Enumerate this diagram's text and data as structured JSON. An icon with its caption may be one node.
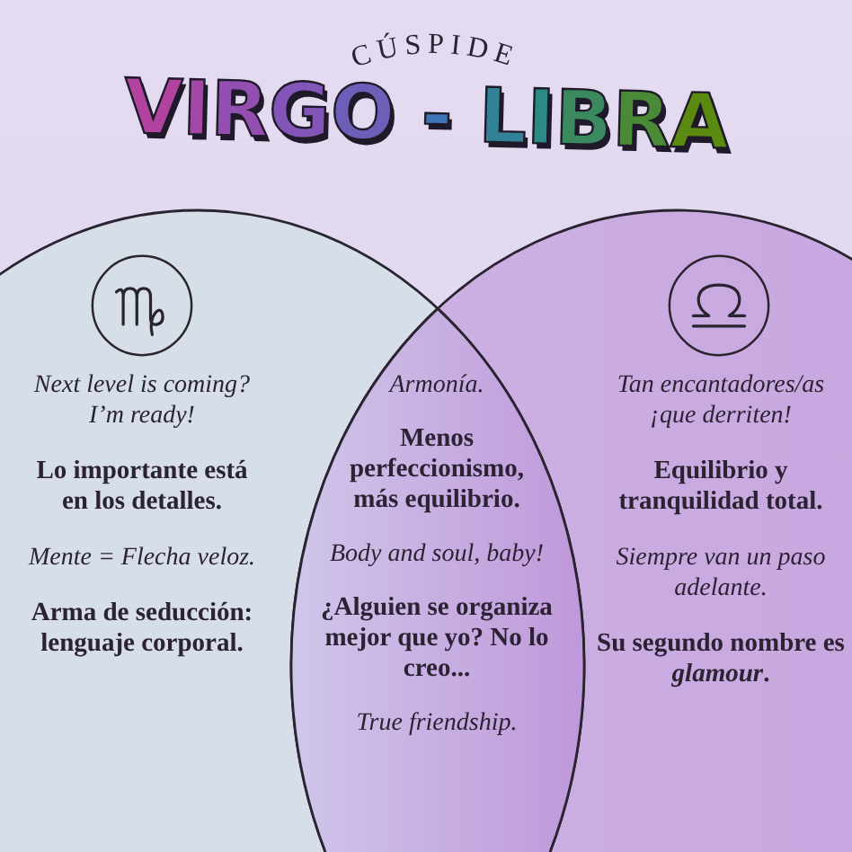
{
  "diagram": {
    "title": "VIRGO - LIBRA",
    "nodes": [
      {
        "text": [
          "Next level is coming? I’m ready!",
          "Lo importante está en los detalles.",
          "Mente = Flecha veloz.",
          "Arma de seducción: lenguaje corporal."
        ]
      },
      {
        "text": [
          "Tan encantadores/as ¡que derriten!",
          "Equilibrio y tranquilidad total.",
          "Siempre van un paso adelante.",
          "Su segundo nombre es *glamour*."
        ]
      },
      {
        "text": [
          "Armonía.",
          "Menos perfeccionismo, más equilibrio.",
          "Body and soul, baby!",
          "¿Alguien se organiza mejor que yo? No lo creo...",
          "True friendship."
        ]
      }
    ],
    "labels": [
      "CÚSPIDE"
    ]
  }
}
